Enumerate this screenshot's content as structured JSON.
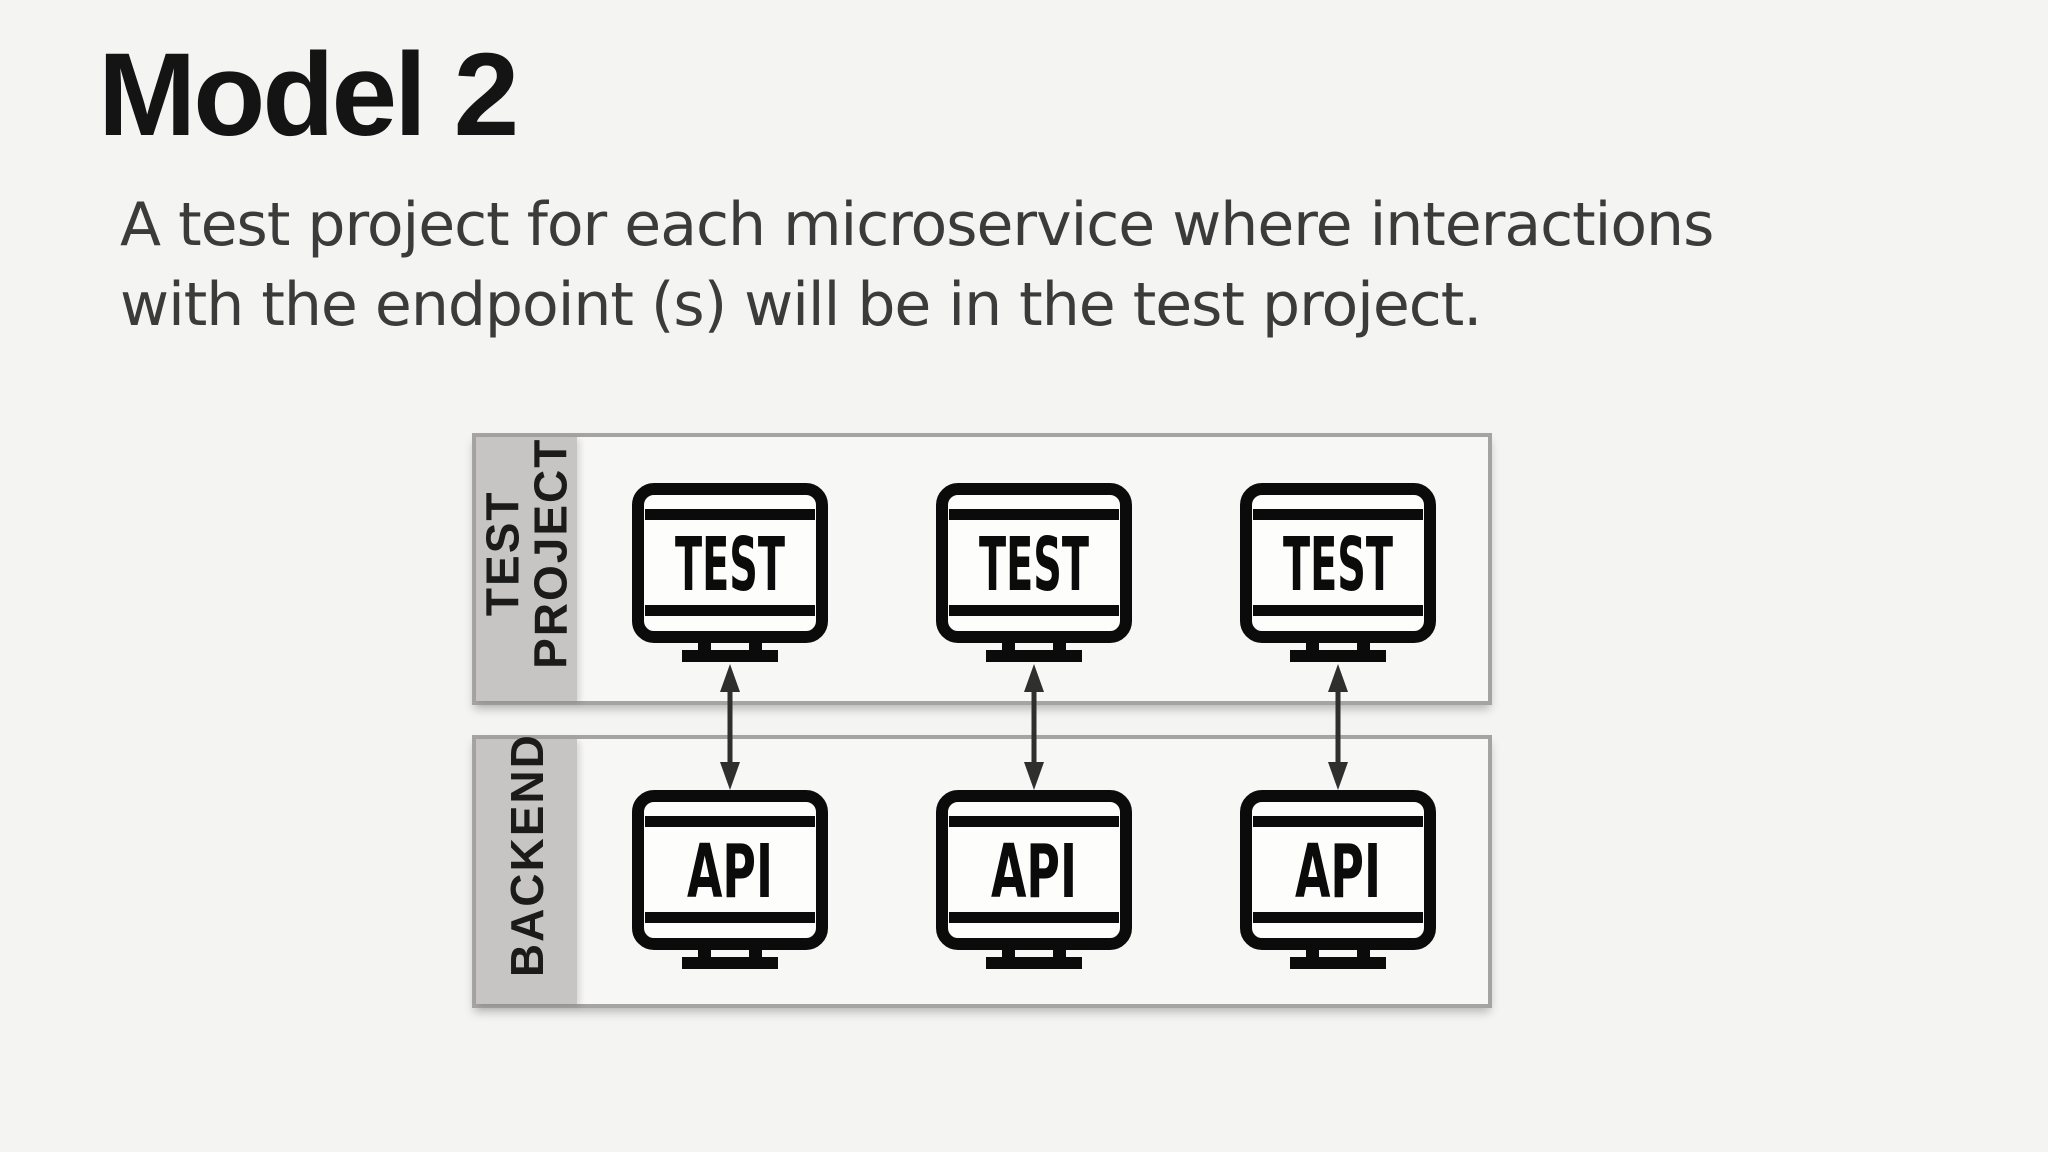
{
  "slide": {
    "title": "Model 2",
    "subtitle_line1": "A test project for each microservice where interactions",
    "subtitle_line2": "with the endpoint (s) will be in the test project."
  },
  "diagram": {
    "test_project_band": {
      "label_line1": "TEST",
      "label_line2": "PROJECT",
      "monitors": [
        "TEST",
        "TEST",
        "TEST"
      ]
    },
    "backend_band": {
      "label": "BACKEND",
      "monitors": [
        "API",
        "API",
        "API"
      ]
    },
    "connections": 3,
    "colors": {
      "background": "#f4f4f3",
      "band_fill": "#f7f7f6",
      "band_border": "#a5a4a2",
      "label_strip": "#c6c5c4",
      "icon_ink": "#0b0b0b",
      "arrow": "#2f2f2f",
      "title_text": "#141414",
      "subtitle_text": "#3b3b3b",
      "label_text": "#1b1b1b"
    }
  }
}
